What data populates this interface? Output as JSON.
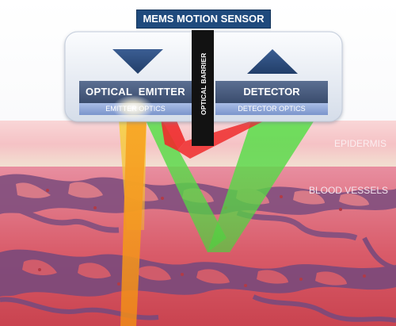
{
  "sensor": {
    "title": "MEMS MOTION SENSOR",
    "emitter_label": "OPTICAL  EMITTER",
    "emitter_optics_label": "EMITTER OPTICS",
    "detector_label": "DETECTOR",
    "detector_optics_label": "DETECTOR OPTICS",
    "barrier_label": "OPTICAL BARRIER"
  },
  "tissue": {
    "epidermis_label": "EPIDERMIS",
    "blood_vessels_label": "BLOOD VESSELS"
  },
  "colors": {
    "title_bg": "#1f4a7d",
    "housing": "#e3e9f2",
    "panel": "#44577a",
    "optics_bar": "#8aa3d6",
    "triangle": "#2e4b7a",
    "barrier": "#111111",
    "epidermis": "#f6c7c9",
    "dermis": "#d9586a",
    "vessels": "#7a4a78",
    "beam_yellow": "#f1c63a",
    "beam_orange": "#f59a1e",
    "beam_green": "#59d84b",
    "beam_red": "#ee2b2b"
  }
}
